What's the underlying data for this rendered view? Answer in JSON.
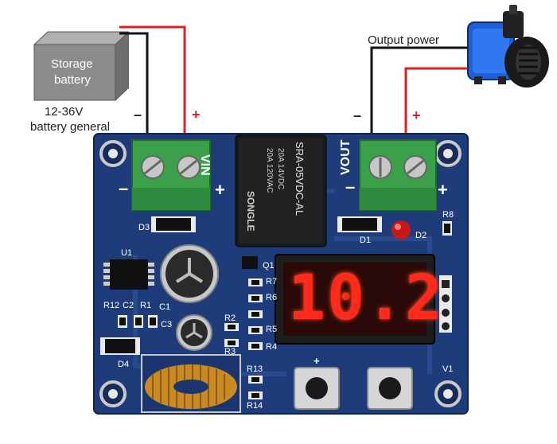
{
  "battery": {
    "label_line1": "Storage",
    "label_line2": "battery",
    "voltage_line1": "12-36V",
    "voltage_line2": "battery general",
    "minus": "–",
    "plus": "+"
  },
  "output": {
    "label": "Output power",
    "minus": "–",
    "plus": "+"
  },
  "board": {
    "vin_label": "VIN",
    "vout_label": "VOUT",
    "vin_plus": "+",
    "vin_minus": "–",
    "vout_plus": "+",
    "vout_minus": "–",
    "display_value": "10.2",
    "relay_model": "SRA-05VDC-AL",
    "relay_rating1": "20A 14VDC",
    "relay_rating2": "20A 120VAC",
    "relay_brand": "SONGLE",
    "refs": {
      "u1": "U1",
      "d1": "D1",
      "d2": "D2",
      "d3": "D3",
      "d4": "D4",
      "q1": "Q1",
      "r1": "R1",
      "r2": "R2",
      "r3": "R3",
      "r4": "R4",
      "r5": "R5",
      "r6": "R6",
      "r7": "R7",
      "r8": "R8",
      "r12": "R12",
      "r13": "R13",
      "r14": "R14",
      "c1": "C1",
      "c2": "C2",
      "c3": "C3",
      "v1": "V1",
      "l_plus": "+"
    }
  },
  "colors": {
    "pcb": "#1f3c7a",
    "pcb_dark": "#152c5c",
    "terminal": "#3aa04a",
    "wire_red": "#e02020",
    "wire_black": "#111111",
    "display_segment": "#ff2a1a",
    "battery_body": "#8c8c8c"
  }
}
